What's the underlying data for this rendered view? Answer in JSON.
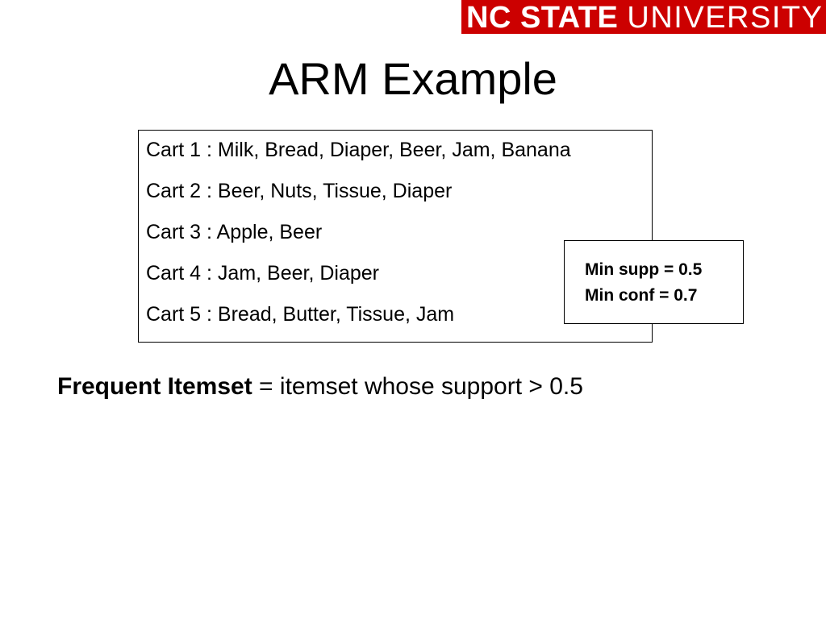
{
  "logo": {
    "bold_part": "NC STATE",
    "light_part": "UNIVERSITY",
    "background_color": "#cc0000",
    "text_color": "#ffffff"
  },
  "slide": {
    "title": "ARM Example"
  },
  "carts": [
    "Cart 1 : Milk, Bread, Diaper, Beer, Jam, Banana",
    "Cart 2 : Beer, Nuts, Tissue, Diaper",
    "Cart 3 : Apple, Beer",
    "Cart 4 : Jam, Beer, Diaper",
    "Cart 5 : Bread, Butter, Tissue, Jam"
  ],
  "parameters": {
    "min_supp": "Min supp = 0.5",
    "min_conf": "Min conf = 0.7"
  },
  "definition": {
    "term": "Frequent Itemset",
    "text": " = itemset whose support > 0.5"
  }
}
